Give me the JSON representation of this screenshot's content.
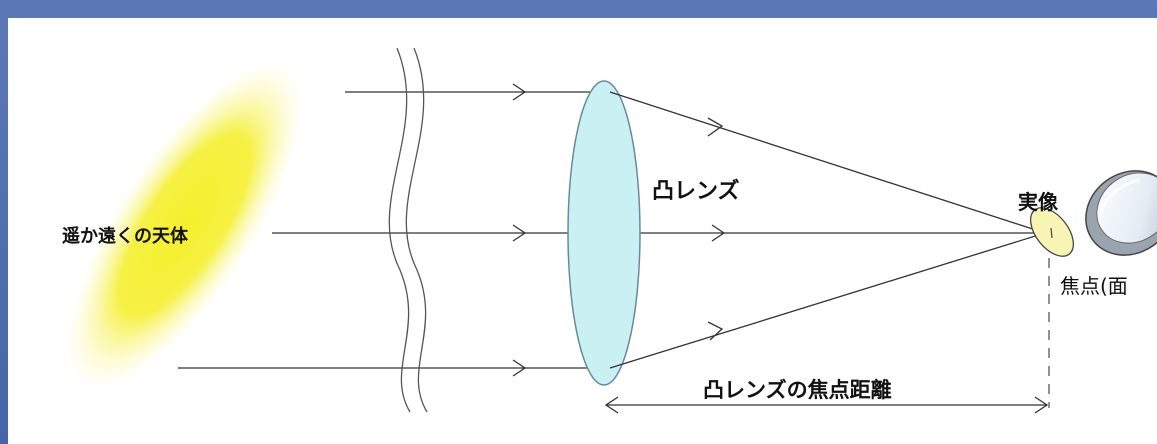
{
  "labels": {
    "distant_object": "遥か遠くの天体",
    "convex_lens": "凸レンズ",
    "real_image": "実像",
    "focal_point": "焦点(面",
    "focal_length": "凸レンズの焦点距離"
  },
  "colors": {
    "frame": "#4a6aa8",
    "background": "#ffffff",
    "object_glow": "#f5f03a",
    "lens_fill": "#c9f1f4",
    "lens_stroke": "#6a8a9a",
    "image_fill": "#f7f4b4",
    "line": "#333333"
  },
  "icons": [
    "star-glow",
    "break-marks",
    "convex-lens",
    "real-image-ellipse",
    "eyepiece-magnifier"
  ]
}
